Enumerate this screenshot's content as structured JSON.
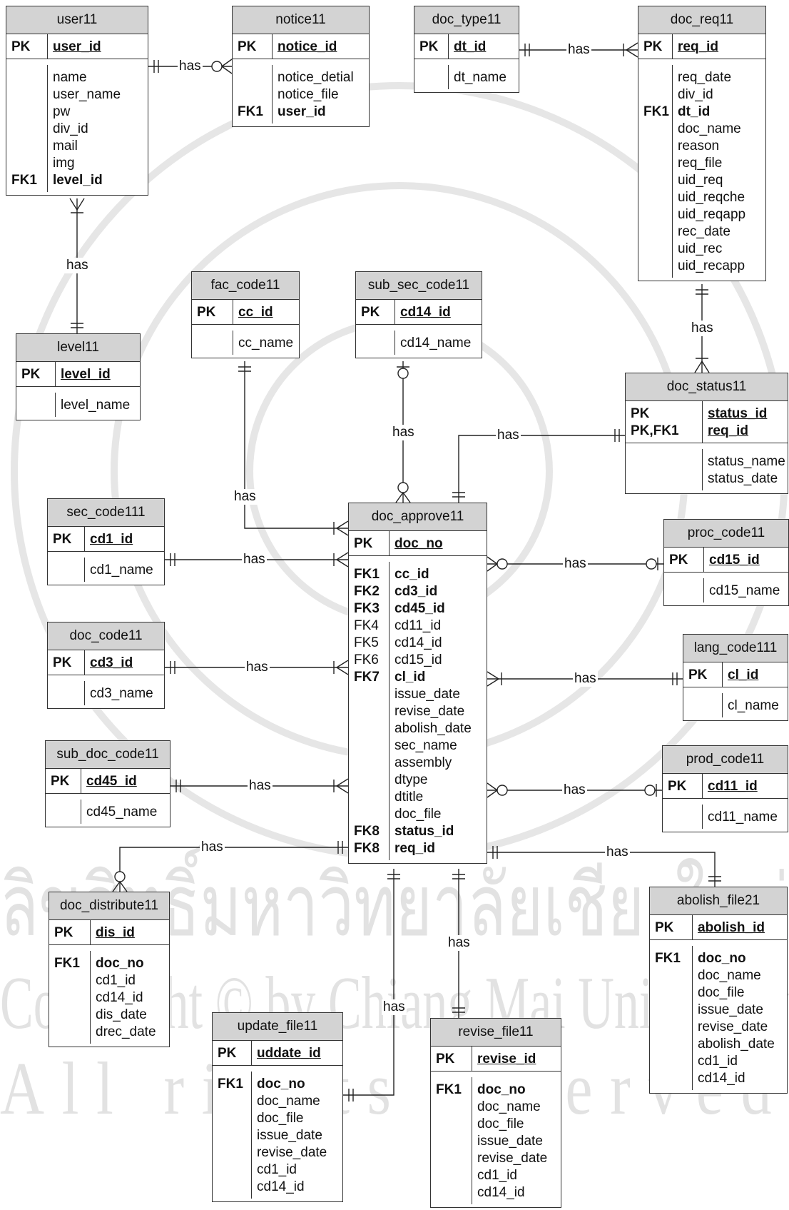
{
  "entities": [
    {
      "id": "user11",
      "title": "user11",
      "pk": [
        {
          "key": "PK",
          "name": "user_id"
        }
      ],
      "attrs": [
        {
          "key": "",
          "name": "name"
        },
        {
          "key": "",
          "name": "user_name"
        },
        {
          "key": "",
          "name": "pw"
        },
        {
          "key": "",
          "name": "div_id"
        },
        {
          "key": "",
          "name": "mail"
        },
        {
          "key": "",
          "name": "img"
        },
        {
          "key": "FK1",
          "name": "level_id",
          "bold": true
        }
      ]
    },
    {
      "id": "notice11",
      "title": "notice11",
      "pk": [
        {
          "key": "PK",
          "name": "notice_id"
        }
      ],
      "attrs": [
        {
          "key": "",
          "name": "notice_detial"
        },
        {
          "key": "",
          "name": "notice_file"
        },
        {
          "key": "FK1",
          "name": "user_id",
          "bold": true
        }
      ]
    },
    {
      "id": "doc_type11",
      "title": "doc_type11",
      "pk": [
        {
          "key": "PK",
          "name": "dt_id"
        }
      ],
      "attrs": [
        {
          "key": "",
          "name": "dt_name"
        }
      ]
    },
    {
      "id": "doc_req11",
      "title": "doc_req11",
      "pk": [
        {
          "key": "PK",
          "name": "req_id"
        }
      ],
      "attrs": [
        {
          "key": "",
          "name": "req_date"
        },
        {
          "key": "",
          "name": "div_id"
        },
        {
          "key": "FK1",
          "name": "dt_id",
          "bold": true
        },
        {
          "key": "",
          "name": "doc_name"
        },
        {
          "key": "",
          "name": "reason"
        },
        {
          "key": "",
          "name": "req_file"
        },
        {
          "key": "",
          "name": "uid_req"
        },
        {
          "key": "",
          "name": "uid_reqche"
        },
        {
          "key": "",
          "name": "uid_reqapp"
        },
        {
          "key": "",
          "name": "rec_date"
        },
        {
          "key": "",
          "name": "uid_rec"
        },
        {
          "key": "",
          "name": "uid_recapp"
        }
      ]
    },
    {
      "id": "level11",
      "title": "level11",
      "pk": [
        {
          "key": "PK",
          "name": "level_id"
        }
      ],
      "attrs": [
        {
          "key": "",
          "name": "level_name"
        }
      ]
    },
    {
      "id": "fac_code11",
      "title": "fac_code11",
      "pk": [
        {
          "key": "PK",
          "name": "cc_id"
        }
      ],
      "attrs": [
        {
          "key": "",
          "name": "cc_name"
        }
      ]
    },
    {
      "id": "sub_sec_code11",
      "title": "sub_sec_code11",
      "pk": [
        {
          "key": "PK",
          "name": "cd14_id"
        }
      ],
      "attrs": [
        {
          "key": "",
          "name": "cd14_name"
        }
      ]
    },
    {
      "id": "doc_status11",
      "title": "doc_status11",
      "pk": [
        {
          "key": "PK",
          "name": "status_id"
        },
        {
          "key": "PK,FK1",
          "name": "req_id"
        }
      ],
      "attrs": [
        {
          "key": "",
          "name": "status_name"
        },
        {
          "key": "",
          "name": "status_date"
        }
      ]
    },
    {
      "id": "sec_code111",
      "title": "sec_code111",
      "pk": [
        {
          "key": "PK",
          "name": "cd1_id"
        }
      ],
      "attrs": [
        {
          "key": "",
          "name": "cd1_name"
        }
      ]
    },
    {
      "id": "doc_approve11",
      "title": "doc_approve11",
      "pk": [
        {
          "key": "PK",
          "name": "doc_no"
        }
      ],
      "attrs": [
        {
          "key": "FK1",
          "name": "cc_id",
          "bold": true
        },
        {
          "key": "FK2",
          "name": "cd3_id",
          "bold": true
        },
        {
          "key": "FK3",
          "name": "cd45_id",
          "bold": true
        },
        {
          "key": "FK4",
          "name": "cd11_id"
        },
        {
          "key": "FK5",
          "name": "cd14_id"
        },
        {
          "key": "FK6",
          "name": "cd15_id"
        },
        {
          "key": "FK7",
          "name": "cl_id",
          "bold": true
        },
        {
          "key": "",
          "name": "issue_date"
        },
        {
          "key": "",
          "name": "revise_date"
        },
        {
          "key": "",
          "name": "abolish_date"
        },
        {
          "key": "",
          "name": "sec_name"
        },
        {
          "key": "",
          "name": "assembly"
        },
        {
          "key": "",
          "name": "dtype"
        },
        {
          "key": "",
          "name": "dtitle"
        },
        {
          "key": "",
          "name": "doc_file"
        },
        {
          "key": "FK8",
          "name": "status_id",
          "bold": true
        },
        {
          "key": "FK8",
          "name": "req_id",
          "bold": true
        }
      ]
    },
    {
      "id": "proc_code11",
      "title": "proc_code11",
      "pk": [
        {
          "key": "PK",
          "name": "cd15_id"
        }
      ],
      "attrs": [
        {
          "key": "",
          "name": "cd15_name"
        }
      ]
    },
    {
      "id": "doc_code11",
      "title": "doc_code11",
      "pk": [
        {
          "key": "PK",
          "name": "cd3_id"
        }
      ],
      "attrs": [
        {
          "key": "",
          "name": "cd3_name"
        }
      ]
    },
    {
      "id": "lang_code111",
      "title": "lang_code111",
      "pk": [
        {
          "key": "PK",
          "name": "cl_id"
        }
      ],
      "attrs": [
        {
          "key": "",
          "name": "cl_name"
        }
      ]
    },
    {
      "id": "sub_doc_code11",
      "title": "sub_doc_code11",
      "pk": [
        {
          "key": "PK",
          "name": "cd45_id"
        }
      ],
      "attrs": [
        {
          "key": "",
          "name": "cd45_name"
        }
      ]
    },
    {
      "id": "prod_code11",
      "title": "prod_code11",
      "pk": [
        {
          "key": "PK",
          "name": "cd11_id"
        }
      ],
      "attrs": [
        {
          "key": "",
          "name": "cd11_name"
        }
      ]
    },
    {
      "id": "doc_distribute11",
      "title": "doc_distribute11",
      "pk": [
        {
          "key": "PK",
          "name": "dis_id"
        }
      ],
      "attrs": [
        {
          "key": "FK1",
          "name": "doc_no",
          "bold": true
        },
        {
          "key": "",
          "name": "cd1_id"
        },
        {
          "key": "",
          "name": "cd14_id"
        },
        {
          "key": "",
          "name": "dis_date"
        },
        {
          "key": "",
          "name": "drec_date"
        }
      ]
    },
    {
      "id": "abolish_file21",
      "title": "abolish_file21",
      "pk": [
        {
          "key": "PK",
          "name": "abolish_id"
        }
      ],
      "attrs": [
        {
          "key": "FK1",
          "name": "doc_no",
          "bold": true
        },
        {
          "key": "",
          "name": "doc_name"
        },
        {
          "key": "",
          "name": "doc_file"
        },
        {
          "key": "",
          "name": "issue_date"
        },
        {
          "key": "",
          "name": "revise_date"
        },
        {
          "key": "",
          "name": "abolish_date"
        },
        {
          "key": "",
          "name": "cd1_id"
        },
        {
          "key": "",
          "name": "cd14_id"
        }
      ]
    },
    {
      "id": "update_file11",
      "title": "update_file11",
      "pk": [
        {
          "key": "PK",
          "name": "uddate_id"
        }
      ],
      "attrs": [
        {
          "key": "FK1",
          "name": "doc_no",
          "bold": true
        },
        {
          "key": "",
          "name": "doc_name"
        },
        {
          "key": "",
          "name": "doc_file"
        },
        {
          "key": "",
          "name": "issue_date"
        },
        {
          "key": "",
          "name": "revise_date"
        },
        {
          "key": "",
          "name": "cd1_id"
        },
        {
          "key": "",
          "name": "cd14_id"
        }
      ]
    },
    {
      "id": "revise_file11",
      "title": "revise_file11",
      "pk": [
        {
          "key": "PK",
          "name": "revise_id"
        }
      ],
      "attrs": [
        {
          "key": "FK1",
          "name": "doc_no",
          "bold": true
        },
        {
          "key": "",
          "name": "doc_name"
        },
        {
          "key": "",
          "name": "doc_file"
        },
        {
          "key": "",
          "name": "issue_date"
        },
        {
          "key": "",
          "name": "revise_date"
        },
        {
          "key": "",
          "name": "cd1_id"
        },
        {
          "key": "",
          "name": "cd14_id"
        }
      ]
    }
  ],
  "relationship_label": "has",
  "watermark": {
    "seal_text": "ลิขสิทธิ์มหาวิทยาลัยเชียงใหม่",
    "copyright": "Copyright © by Chiang Mai University",
    "rights": "All rights reserved"
  }
}
